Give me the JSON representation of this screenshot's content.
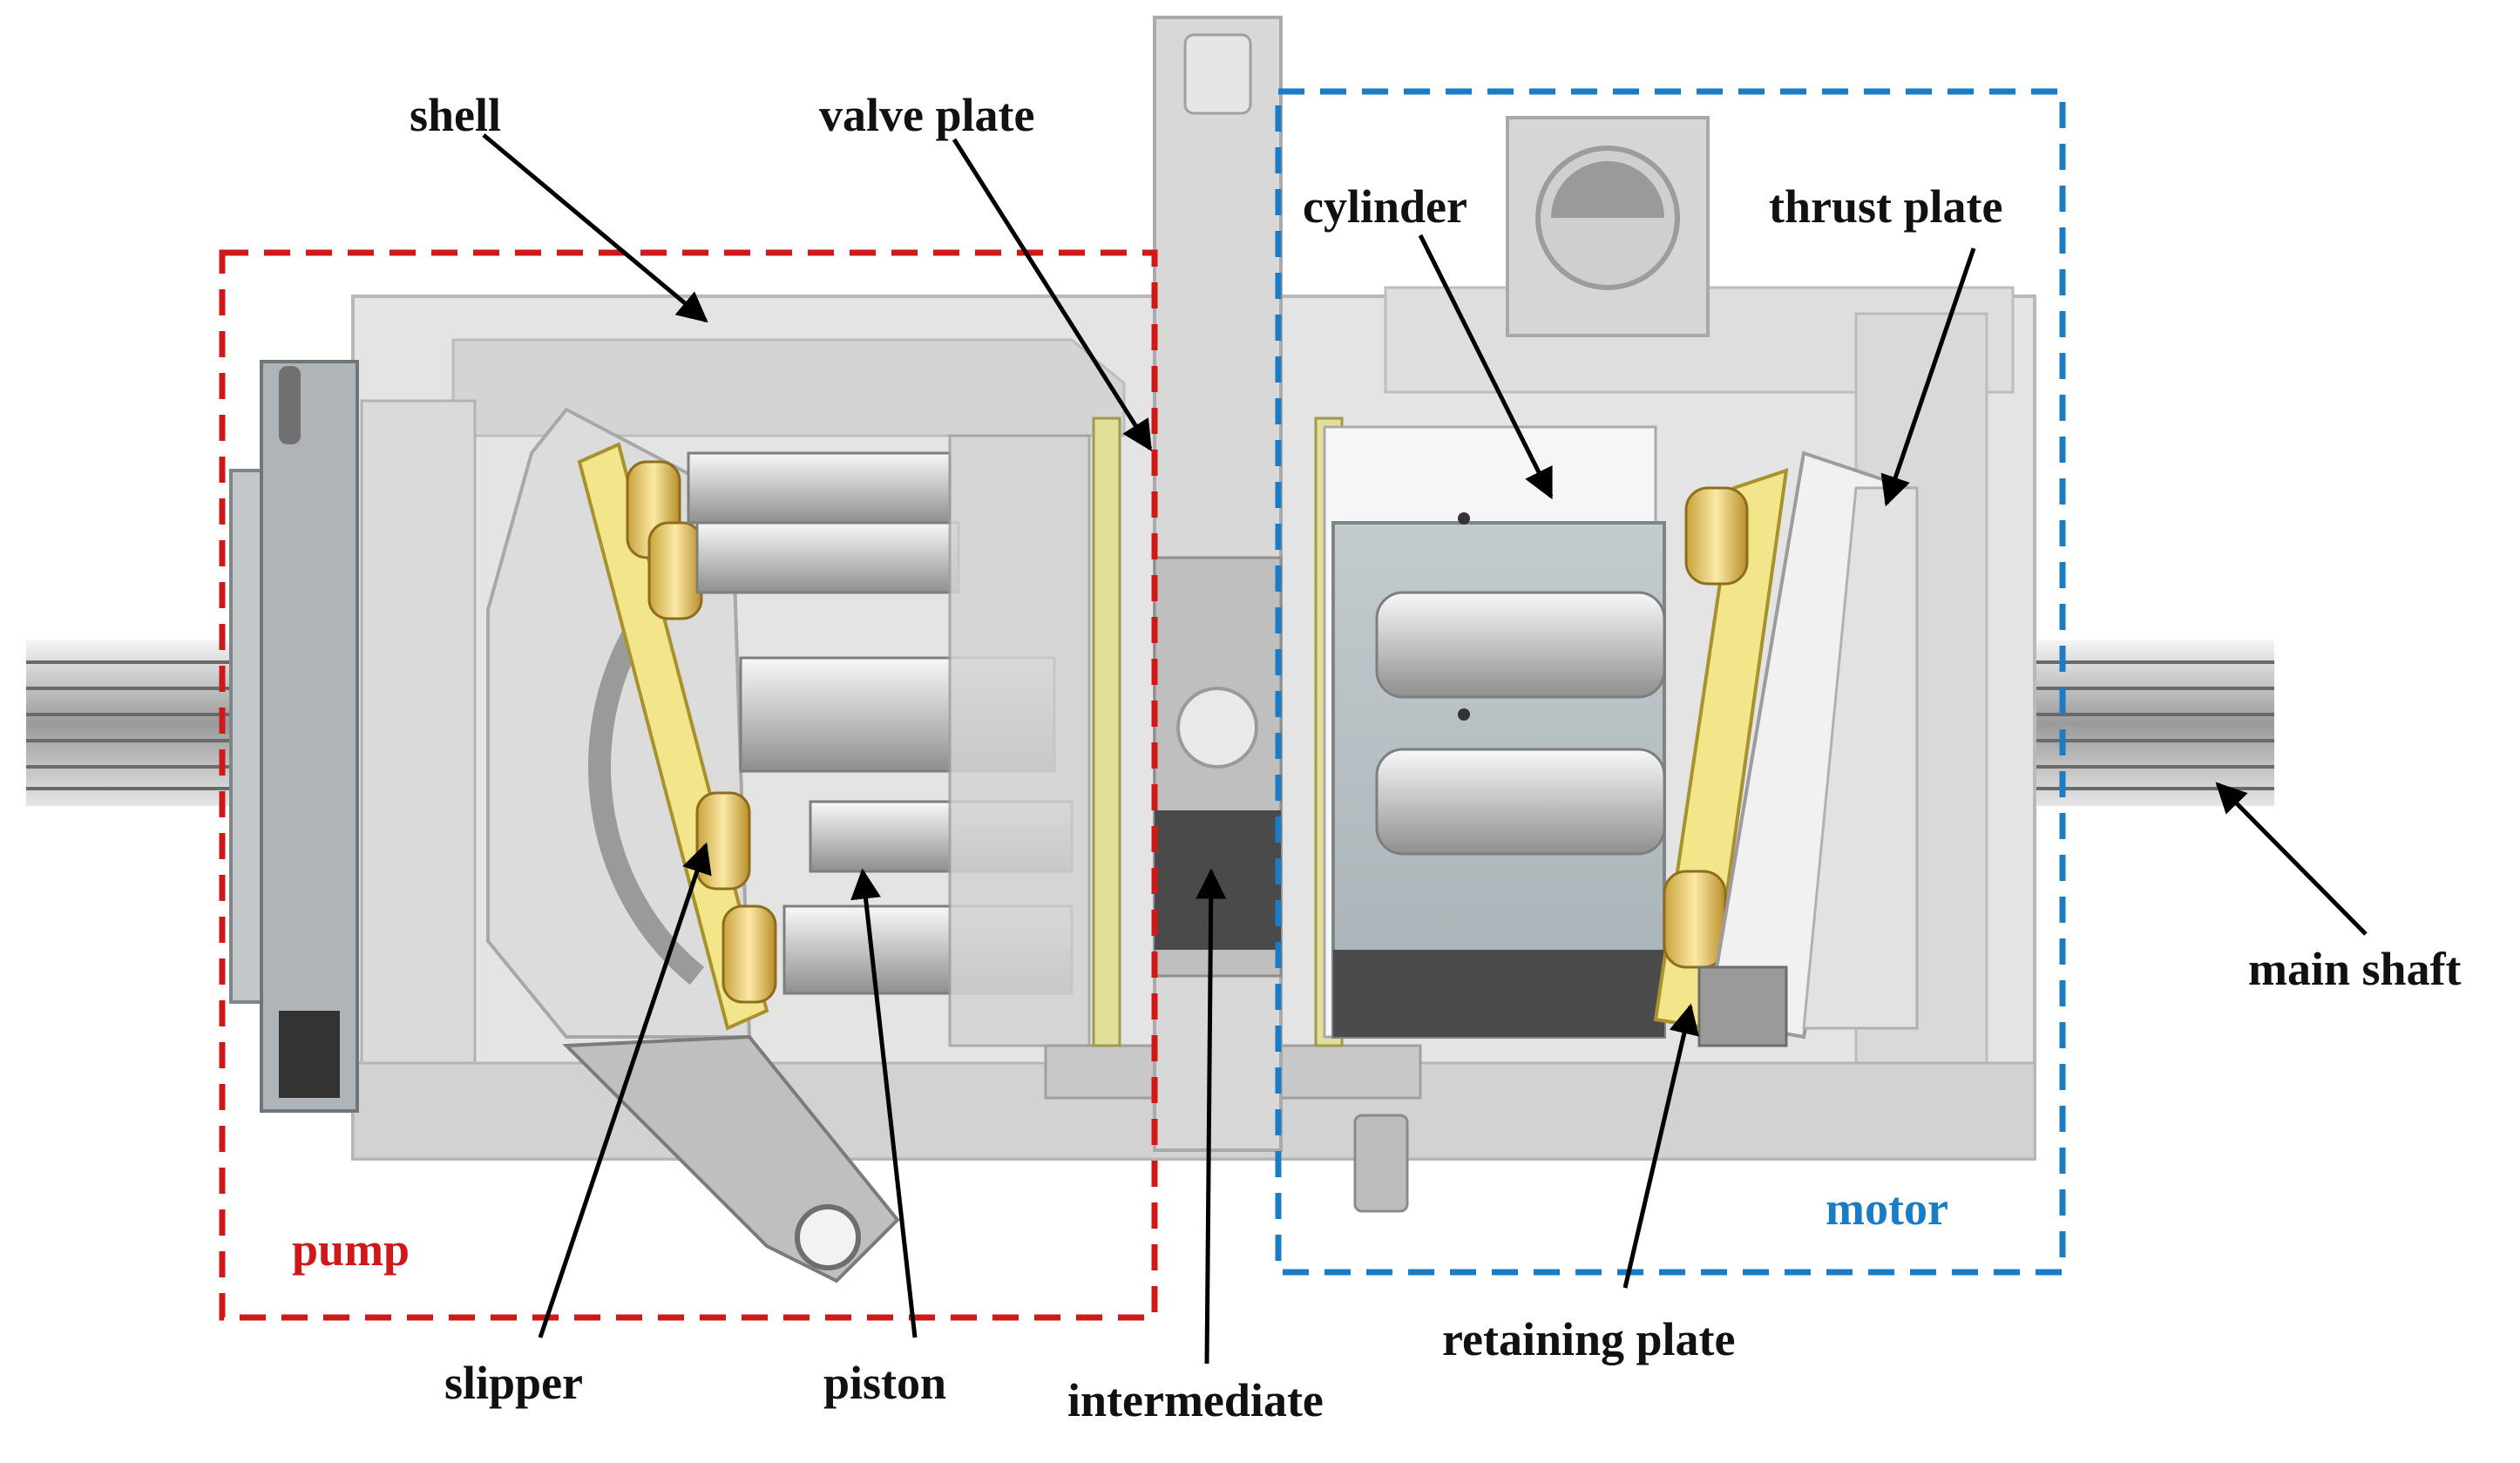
{
  "colors": {
    "pump_box": "#d01818",
    "motor_box": "#1a7cc4",
    "leader_lines": "#000000",
    "housing": "#dcdcdc",
    "cylinder_block": "#b9c2c6",
    "brass_parts": "#e8d16a",
    "slipper_yellow": "#f2e58a",
    "shaft": "#c8c8c8"
  },
  "labels": {
    "shell": "shell",
    "valve_plate": "valve plate",
    "cylinder": "cylinder",
    "thrust_plate": "thrust plate",
    "pump": "pump",
    "motor": "motor",
    "main_shaft": "main shaft",
    "retaining_plate": "retaining plate",
    "slipper": "slipper",
    "piston": "piston",
    "intermediate": "intermediate"
  },
  "icons": [
    "arrow-head-icon"
  ]
}
